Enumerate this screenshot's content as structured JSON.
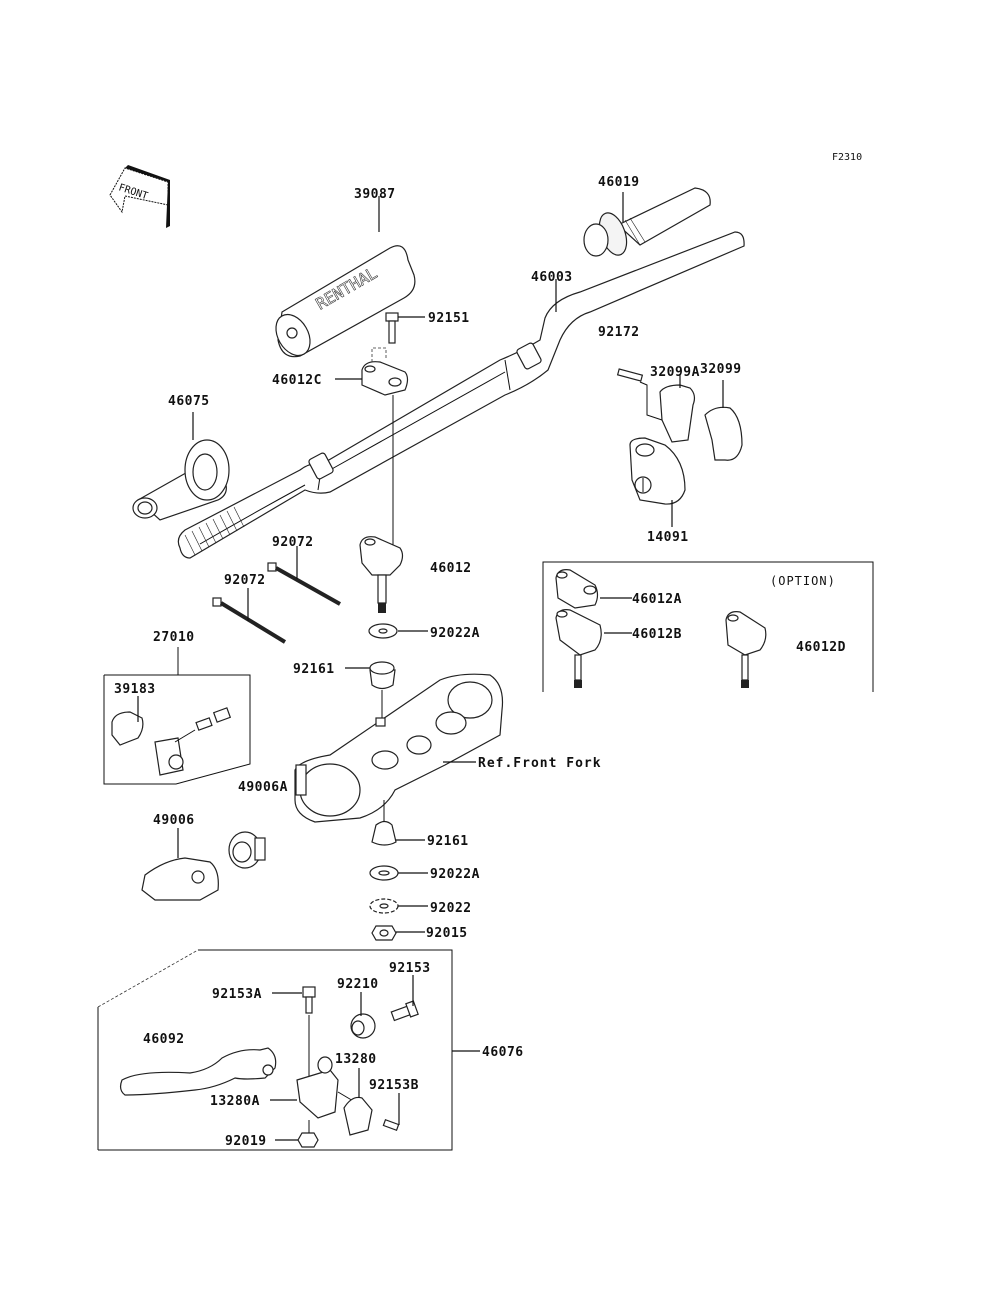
{
  "figure_code": "F2310",
  "front_arrow_label": "FRONT",
  "option_label": "(OPTION)",
  "reference_label": "Ref.Front Fork",
  "pad_text": "RENTHAL",
  "parts": {
    "p39087": "39087",
    "p46019": "46019",
    "p46003": "46003",
    "p92151": "92151",
    "p46012C": "46012C",
    "p92172": "92172",
    "p32099A": "32099A",
    "p32099": "32099",
    "p46075": "46075",
    "p14091": "14091",
    "p92072a": "92072",
    "p92072b": "92072",
    "p46012": "46012",
    "p92022A_top": "92022A",
    "p46012A": "46012A",
    "p46012B": "46012B",
    "p46012D": "46012D",
    "p27010": "27010",
    "p39183": "39183",
    "p92161_top": "92161",
    "p49006A": "49006A",
    "p49006": "49006",
    "p92161_bot": "92161",
    "p92022A_bot": "92022A",
    "p92022": "92022",
    "p92015": "92015",
    "p92153": "92153",
    "p92153A": "92153A",
    "p92210": "92210",
    "p46092": "46092",
    "p46076": "46076",
    "p13280": "13280",
    "p92153B": "92153B",
    "p13280A": "13280A",
    "p92019": "92019"
  }
}
